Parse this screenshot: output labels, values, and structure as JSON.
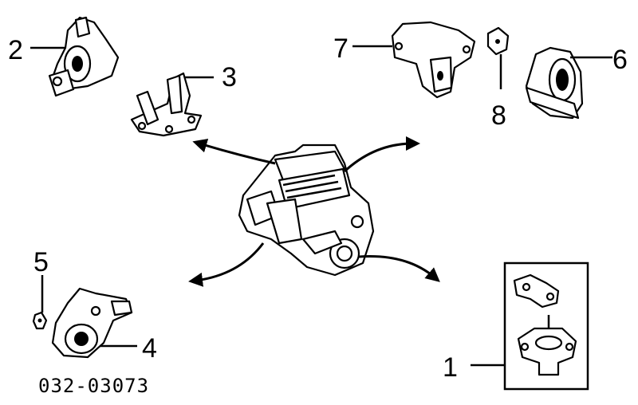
{
  "callouts": [
    {
      "id": "1",
      "text": "1"
    },
    {
      "id": "2",
      "text": "2"
    },
    {
      "id": "3",
      "text": "3"
    },
    {
      "id": "4",
      "text": "4"
    },
    {
      "id": "5",
      "text": "5"
    },
    {
      "id": "6",
      "text": "6"
    },
    {
      "id": "7",
      "text": "7"
    },
    {
      "id": "8",
      "text": "8"
    }
  ],
  "diagram_code": "032-03073",
  "colors": {
    "ink": "#000000",
    "paper": "#ffffff"
  }
}
